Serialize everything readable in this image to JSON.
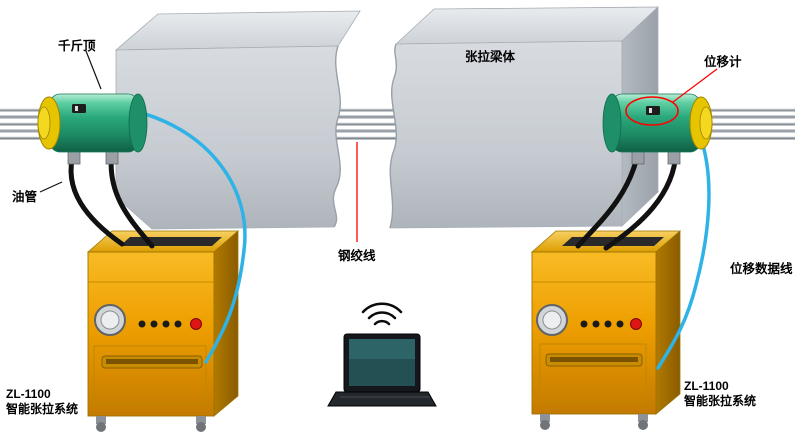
{
  "labels": {
    "jack": "千斤顶",
    "beam_body": "张拉梁体",
    "displacement_gauge": "位移计",
    "oil_pipe": "油管",
    "steel_strand": "钢绞线",
    "displacement_data_line": "位移数据线"
  },
  "left_system": {
    "model": "ZL-1100",
    "name": "智能张拉系统"
  },
  "right_system": {
    "model": "ZL-1100",
    "name": "智能张拉系统"
  },
  "colors": {
    "jack_green": "#2BAA7E",
    "machine_yellow": "#EFA400",
    "beam_gray": "#C9CED4",
    "cable_blue": "#2FB3E6",
    "hose_black": "#111111",
    "annotation_red": "#FF0000",
    "steel_gray": "#8D949B"
  }
}
